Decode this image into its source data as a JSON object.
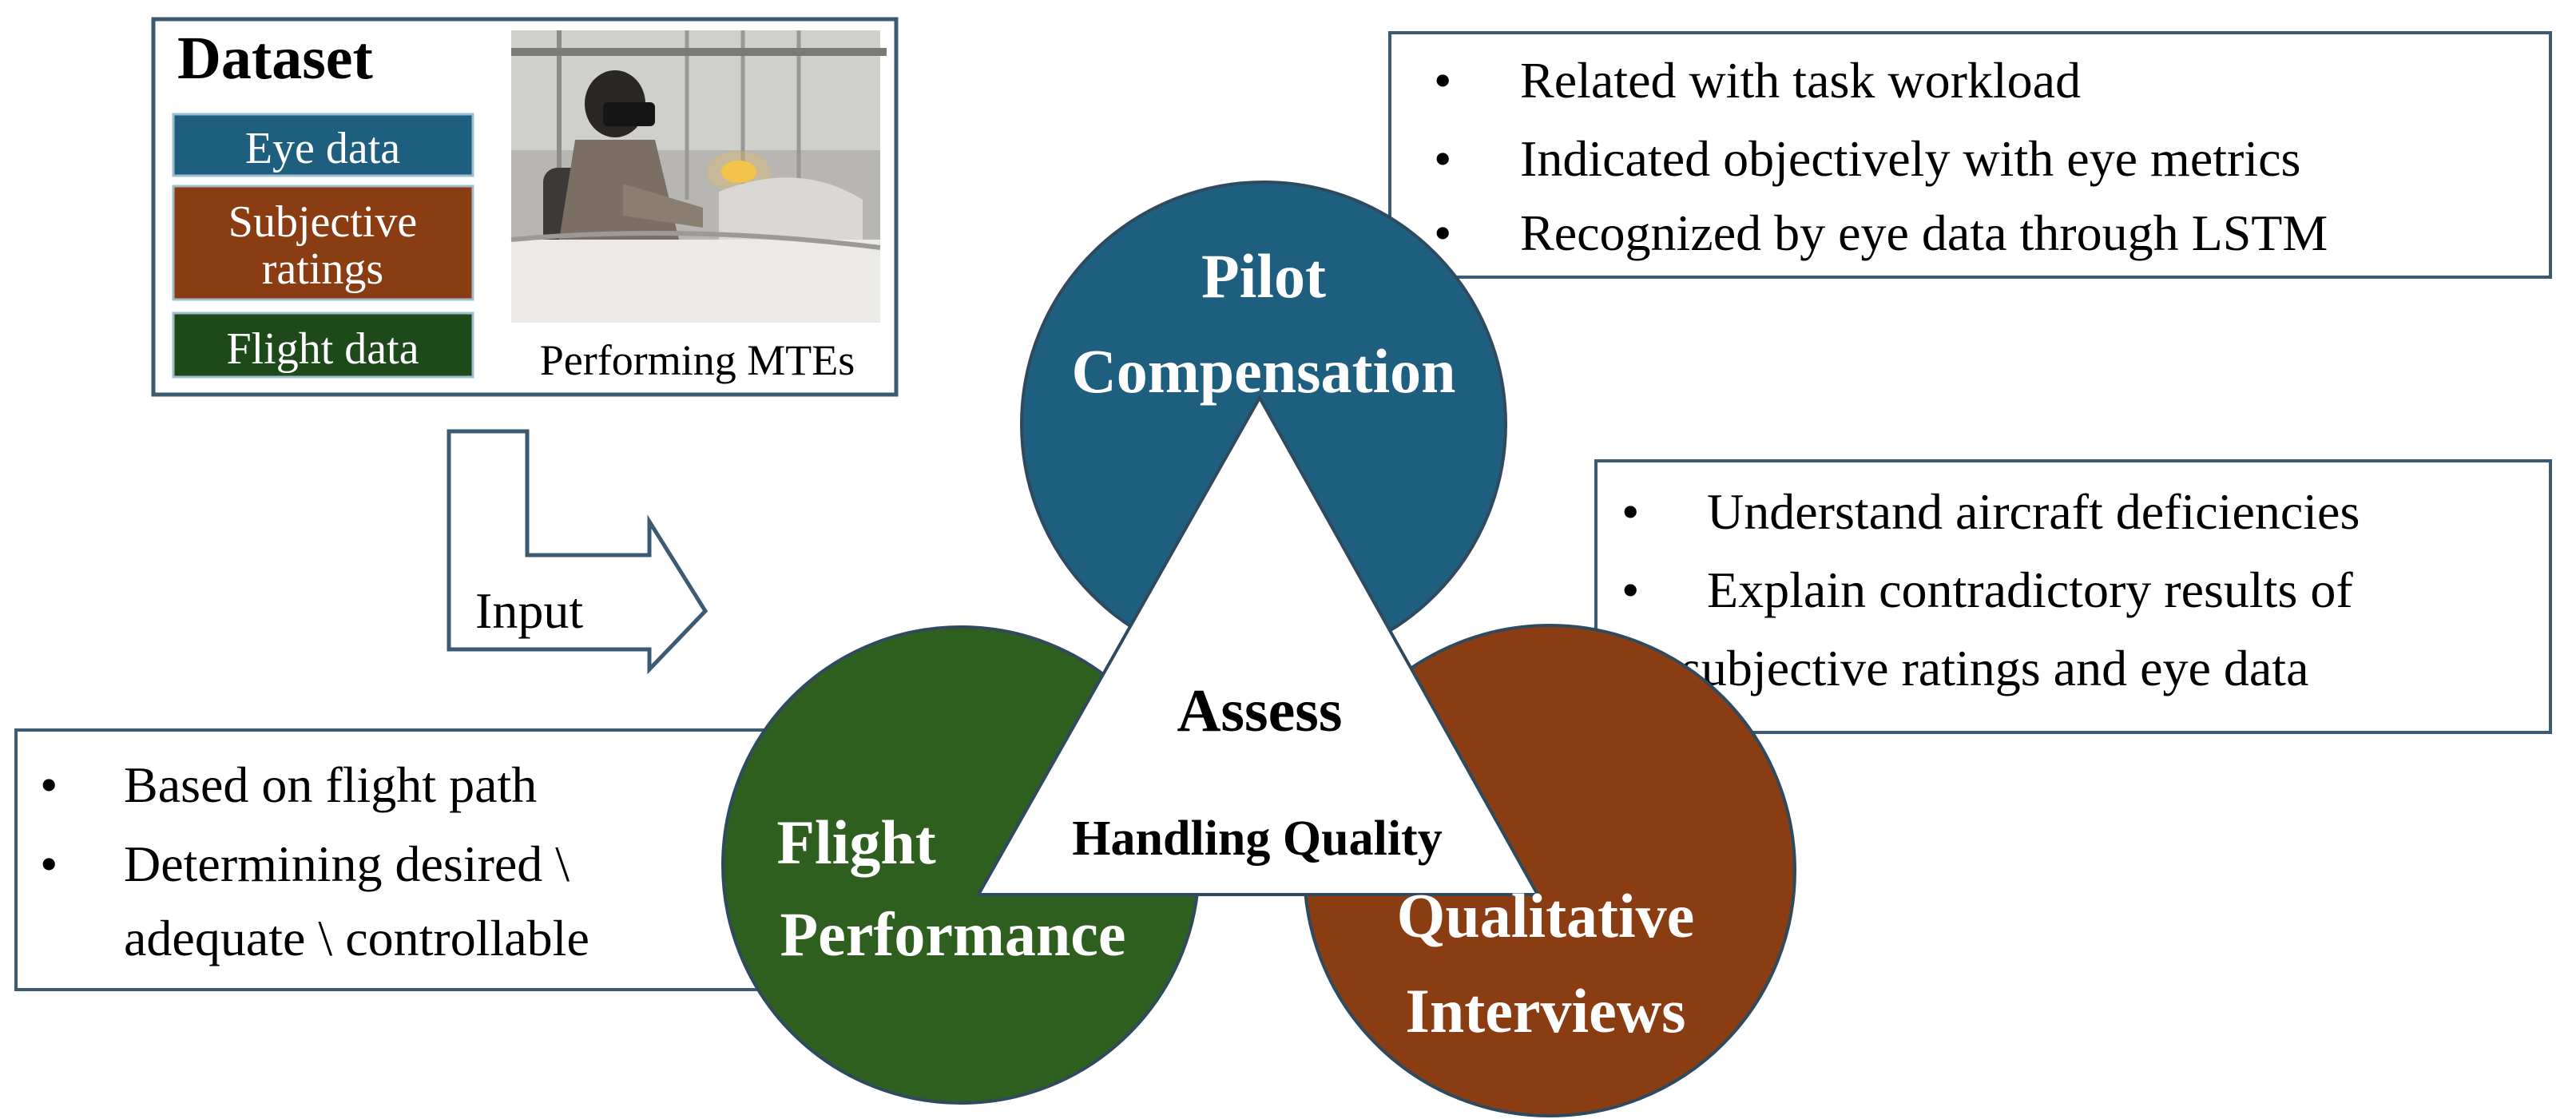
{
  "dataset": {
    "title": "Dataset",
    "items": [
      {
        "label": "Eye data",
        "color": "#1e5f80"
      },
      {
        "label_line1": "Subjective",
        "label_line2": "ratings",
        "color": "#8a3c13"
      },
      {
        "label": "Flight data",
        "color": "#1e4a1a"
      }
    ],
    "photo_caption": "Performing MTEs"
  },
  "arrow": {
    "label": "Input"
  },
  "circles": {
    "pilot": {
      "line1": "Pilot",
      "line2": "Compensation",
      "color": "#1e5f80"
    },
    "flight": {
      "line1": "Flight",
      "line2": "Performance",
      "color": "#2f5f1f"
    },
    "qualitative": {
      "line1": "Qualitative",
      "line2": "Interviews",
      "color": "#8a3c13"
    }
  },
  "triangle": {
    "line1": "Assess",
    "line2": "Handling Quality"
  },
  "pilot_notes": [
    "Related with task workload",
    "Indicated objectively with eye metrics",
    "Recognized by eye data through LSTM"
  ],
  "qual_notes": {
    "item1": "Understand aircraft deficiencies",
    "item2_line1": "Explain contradictory results of",
    "item2_line2": "subjective ratings and eye data"
  },
  "flight_notes": {
    "item1": "Based on flight path",
    "item2_line1": "Determining desired \\",
    "item2_line2": "adequate \\ controllable"
  },
  "bullet": "•",
  "border_color": "#3d5a73"
}
